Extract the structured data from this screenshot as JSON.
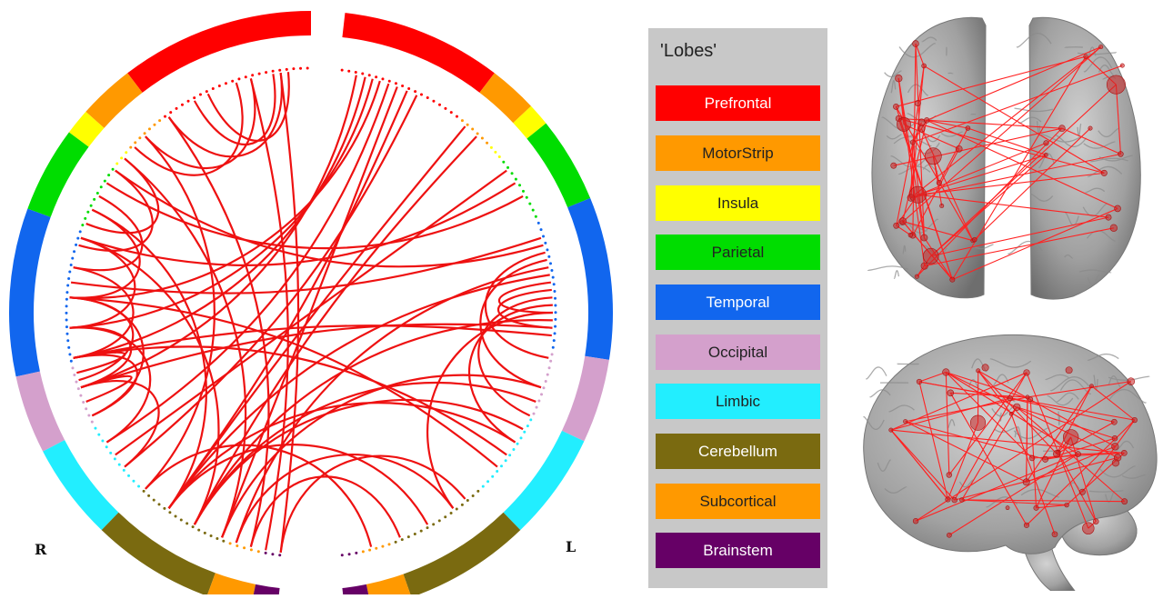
{
  "labels": {
    "right": "R",
    "left": "L"
  },
  "legend": {
    "title": "'Lobes'",
    "items": [
      {
        "name": "Prefrontal",
        "color": "#ff0000",
        "text_color": "#ffffff"
      },
      {
        "name": "MotorStrip",
        "color": "#ff9900",
        "text_color": "#222222"
      },
      {
        "name": "Insula",
        "color": "#ffff00",
        "text_color": "#222222"
      },
      {
        "name": "Parietal",
        "color": "#00dd00",
        "text_color": "#222222"
      },
      {
        "name": "Temporal",
        "color": "#1166ee",
        "text_color": "#ffffff"
      },
      {
        "name": "Occipital",
        "color": "#d4a0cc",
        "text_color": "#222222"
      },
      {
        "name": "Limbic",
        "color": "#22eeff",
        "text_color": "#222222"
      },
      {
        "name": "Cerebellum",
        "color": "#7a6a10",
        "text_color": "#ffffff"
      },
      {
        "name": "Subcortical",
        "color": "#ff9900",
        "text_color": "#222222"
      },
      {
        "name": "Brainstem",
        "color": "#660066",
        "text_color": "#ffffff"
      }
    ]
  },
  "chord": {
    "link_color": "#ee1111",
    "right_hemisphere": [
      {
        "lobe": "Prefrontal",
        "start": 0,
        "end": 0.104
      },
      {
        "lobe": "MotorStrip",
        "start": 0.104,
        "end": 0.134
      },
      {
        "lobe": "Insula",
        "start": 0.134,
        "end": 0.148
      },
      {
        "lobe": "Parietal",
        "start": 0.148,
        "end": 0.194
      },
      {
        "lobe": "Temporal",
        "start": 0.194,
        "end": 0.284
      },
      {
        "lobe": "Occipital",
        "start": 0.284,
        "end": 0.326
      },
      {
        "lobe": "Limbic",
        "start": 0.326,
        "end": 0.378
      },
      {
        "lobe": "Cerebellum",
        "start": 0.378,
        "end": 0.444
      },
      {
        "lobe": "Subcortical",
        "start": 0.444,
        "end": 0.468
      },
      {
        "lobe": "Brainstem",
        "start": 0.468,
        "end": 0.482
      }
    ],
    "left_hemisphere": [
      {
        "lobe": "Prefrontal",
        "start": 0.018,
        "end": 0.104
      },
      {
        "lobe": "MotorStrip",
        "start": 0.104,
        "end": 0.13
      },
      {
        "lobe": "Insula",
        "start": 0.13,
        "end": 0.142
      },
      {
        "lobe": "Parietal",
        "start": 0.142,
        "end": 0.188
      },
      {
        "lobe": "Temporal",
        "start": 0.188,
        "end": 0.275
      },
      {
        "lobe": "Occipital",
        "start": 0.275,
        "end": 0.32
      },
      {
        "lobe": "Limbic",
        "start": 0.32,
        "end": 0.378
      },
      {
        "lobe": "Cerebellum",
        "start": 0.378,
        "end": 0.446
      },
      {
        "lobe": "Subcortical",
        "start": 0.446,
        "end": 0.468
      },
      {
        "lobe": "Brainstem",
        "start": 0.468,
        "end": 0.482
      }
    ],
    "links": [
      [
        0.03,
        0.7
      ],
      [
        0.036,
        0.72
      ],
      [
        0.041,
        0.74
      ],
      [
        0.046,
        0.76
      ],
      [
        0.052,
        0.66
      ],
      [
        0.058,
        0.56
      ],
      [
        0.065,
        0.6
      ],
      [
        0.072,
        0.64
      ],
      [
        0.11,
        0.6
      ],
      [
        0.12,
        0.58
      ],
      [
        0.15,
        0.65
      ],
      [
        0.16,
        0.8
      ],
      [
        0.17,
        0.84
      ],
      [
        0.2,
        0.77
      ],
      [
        0.205,
        0.85
      ],
      [
        0.21,
        0.28
      ],
      [
        0.215,
        0.3
      ],
      [
        0.22,
        0.55
      ],
      [
        0.225,
        0.6
      ],
      [
        0.23,
        0.25
      ],
      [
        0.235,
        0.26
      ],
      [
        0.24,
        0.32
      ],
      [
        0.245,
        0.34
      ],
      [
        0.25,
        0.4
      ],
      [
        0.255,
        0.58
      ],
      [
        0.26,
        0.7
      ],
      [
        0.265,
        0.72
      ],
      [
        0.3,
        0.56
      ],
      [
        0.31,
        0.58
      ],
      [
        0.33,
        0.58
      ],
      [
        0.34,
        0.6
      ],
      [
        0.35,
        0.72
      ],
      [
        0.36,
        0.76
      ],
      [
        0.39,
        0.52
      ],
      [
        0.4,
        0.55
      ],
      [
        0.42,
        0.6
      ],
      [
        0.44,
        0.54
      ],
      [
        0.46,
        0.62
      ],
      [
        0.52,
        0.98
      ],
      [
        0.53,
        0.96
      ],
      [
        0.54,
        0.9
      ],
      [
        0.56,
        0.86
      ],
      [
        0.58,
        0.8
      ],
      [
        0.6,
        0.82
      ],
      [
        0.62,
        0.88
      ],
      [
        0.64,
        0.7
      ],
      [
        0.66,
        0.74
      ],
      [
        0.68,
        0.76
      ],
      [
        0.7,
        0.74
      ],
      [
        0.705,
        0.76
      ],
      [
        0.71,
        0.72
      ],
      [
        0.72,
        0.78
      ],
      [
        0.74,
        0.8
      ],
      [
        0.76,
        0.82
      ],
      [
        0.78,
        0.83
      ],
      [
        0.795,
        0.85
      ],
      [
        0.81,
        0.86
      ],
      [
        0.87,
        0.95
      ],
      [
        0.88,
        0.96
      ],
      [
        0.9,
        0.98
      ],
      [
        0.92,
        0.975
      ],
      [
        0.68,
        0.72
      ],
      [
        0.69,
        0.7
      ],
      [
        0.93,
        0.985
      ]
    ]
  },
  "brain": {
    "surface_color": "#a8a8a8",
    "node_color": "#cc2222",
    "edge_color": "#ff2222"
  }
}
